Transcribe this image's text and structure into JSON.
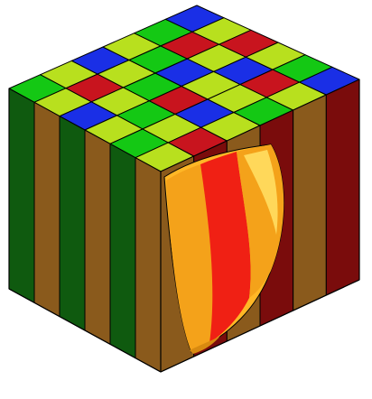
{
  "diagram": {
    "description_type": "isometric-cube-cutaway",
    "top_grid": {
      "rows": 6,
      "cols": 6,
      "pattern": [
        [
          "green",
          "yellow",
          "blue",
          "yellow",
          "green",
          "blue"
        ],
        [
          "yellow",
          "red",
          "yellow",
          "green",
          "red",
          "yellow"
        ],
        [
          "blue",
          "yellow",
          "green",
          "blue",
          "yellow",
          "red"
        ],
        [
          "yellow",
          "green",
          "red",
          "yellow",
          "blue",
          "yellow"
        ],
        [
          "green",
          "yellow",
          "blue",
          "yellow",
          "red",
          "green"
        ],
        [
          "yellow",
          "red",
          "yellow",
          "green",
          "yellow",
          "blue"
        ]
      ]
    },
    "left_face_stripes": [
      "darkgreen",
      "brown",
      "darkgreen",
      "brown",
      "darkgreen",
      "brown"
    ],
    "right_face_stripes": [
      "brown",
      "darkred",
      "brown",
      "darkred",
      "brown",
      "darkred"
    ],
    "cutaway_bands": [
      "orange",
      "red",
      "orange"
    ],
    "colors": {
      "green": "#14c814",
      "yellow": "#b8e01e",
      "blue": "#1a2fe6",
      "red": "#c8141e",
      "darkgreen": "#0f5a0f",
      "brown": "#8a5a1c",
      "darkred": "#7a0c0c",
      "orange": "#f4a21a",
      "cutRed": "#f02014",
      "gold": "#ffb726",
      "edge": "#000000"
    }
  }
}
